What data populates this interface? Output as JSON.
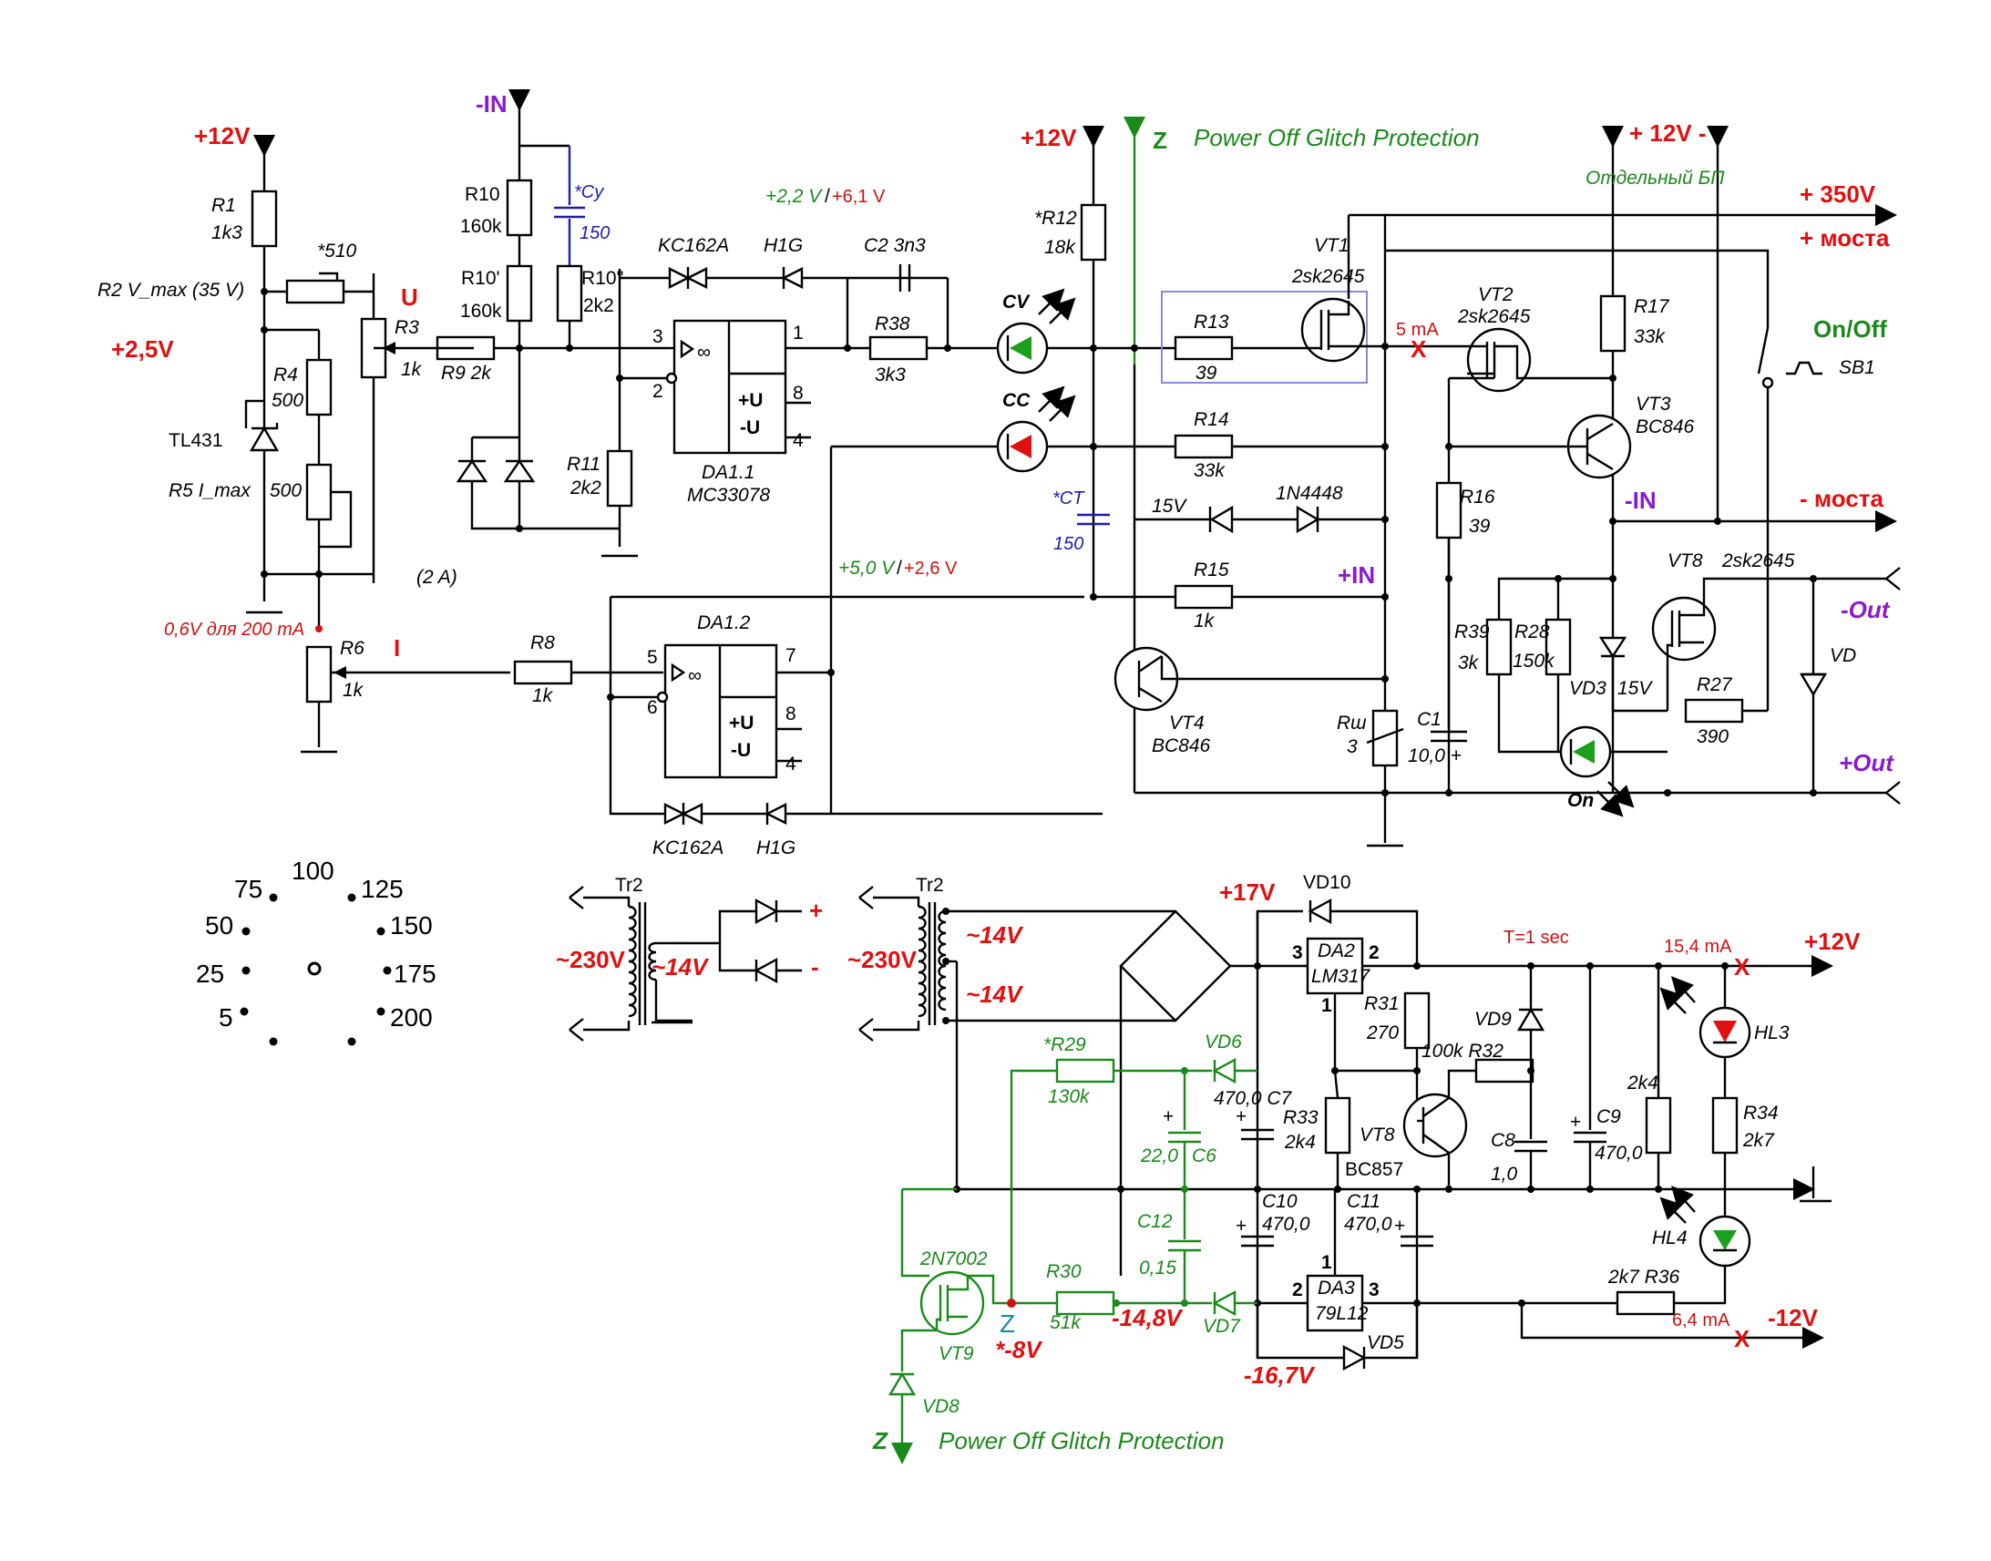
{
  "colors": {
    "wire": "#000000",
    "supply_label": "#e01010",
    "signal_label": "#8a1ad0",
    "protection": "#1a8a1a",
    "capacitor_note": "#1c1cb0",
    "led_cv": "#1aa01a",
    "led_cc": "#e01010"
  },
  "header": {
    "glitch_title": "Power Off Glitch Protection",
    "z_top": "Z",
    "sep_psu": "Отдельный БП"
  },
  "rails": {
    "p12_left": "+12V",
    "p12_mid": "+12V",
    "p12_right": "+ 12V -",
    "minus_in_top": "-IN",
    "p350": "+ 350V",
    "bridge_plus": "+ моста",
    "bridge_minus": "- моста",
    "minus_in_right": "-IN",
    "plus_in": "+IN",
    "out_minus": "-Out",
    "out_plus": "+Out",
    "on_off": "On/Off",
    "p2_5": "+2,5V",
    "sig_u": "U",
    "sig_i": "I",
    "on": "On"
  },
  "notes": {
    "v_out1": "+2,2 V",
    "v_out1b": "+6,1 V",
    "v_out2": "+5,0 V",
    "v_out2b": "+2,6 V",
    "i_note": "(2 A)",
    "i_cal": "0,6V для 200 mA",
    "ma5": "5 mA",
    "ma15": "15,4 mA",
    "ma6": "6,4 mA",
    "t1sec": "T=1 sec"
  },
  "parts": {
    "r1": "R1",
    "r1v": "1k3",
    "r2": "R2 V_max (35 V)",
    "r2v": "*510",
    "r3": "R3",
    "r3v": "1k",
    "r4": "R4",
    "r4v": "500",
    "tl431": "TL431",
    "r5": "R5 I_max",
    "r5v": "500",
    "r6": "R6",
    "r6v": "1k",
    "r8": "R8",
    "r8v": "1k",
    "r9": "R9 2k",
    "r10": "R10",
    "r10v": "160k",
    "r10p": "R10'",
    "r10pv": "160k",
    "r10pp": "R10''",
    "r10ppv": "2k2",
    "cy": "*Cy",
    "cyv": "150",
    "r11": "R11",
    "r11v": "2k2",
    "kc1": "KC162A",
    "h1g1": "H1G",
    "c2": "C2 3n3",
    "r38": "R38",
    "r38v": "3k3",
    "da11": "DA1.1",
    "da11p": "MC33078",
    "da12": "DA1.2",
    "pin3": "3",
    "pin2": "2",
    "pin1": "1",
    "pin8a": "8",
    "pin4a": "4",
    "pin5": "5",
    "pin6": "6",
    "pin7": "7",
    "pin8b": "8",
    "pin4b": "4",
    "plus_u": "+U",
    "minus_u": "-U",
    "kc2": "KC162A",
    "h1g2": "H1G",
    "r12": "*R12",
    "r12v": "18k",
    "cv": "CV",
    "cc": "CC",
    "ct": "*CT",
    "ctv": "150",
    "r13": "R13",
    "r13v": "39",
    "r14": "R14",
    "r14v": "33k",
    "d15v": "15V",
    "d1n": "1N4448",
    "r15": "R15",
    "r15v": "1k",
    "vt1": "VT1",
    "vt1p": "2sk2645",
    "vt2": "VT2",
    "vt2p": "2sk2645",
    "vt3": "VT3",
    "vt3p": "BC846",
    "vt4": "VT4",
    "vt4p": "BC846",
    "vt8": "VT8",
    "vt8p": "2sk2645",
    "r16": "R16",
    "r16v": "39",
    "r17": "R17",
    "r17v": "33k",
    "sb1": "SB1",
    "rsh": "Rш",
    "rshv": "3",
    "c1": "C1",
    "c1v": "10,0",
    "r39": "R39",
    "r39v": "3k",
    "r28": "R28",
    "r28v": "150k",
    "vd3": "VD3",
    "vd3v": "15V",
    "r27": "R27",
    "r27v": "390",
    "vd": "VD",
    "tr2a": "Tr2",
    "tr2b": "Tr2",
    "ac230a": "~230V",
    "ac230b": "~230V",
    "ac14a": "~14V",
    "ac14b": "~14V",
    "ac14c": "~14V",
    "plus_sign": "+",
    "minus_sign": "-",
    "p17": "+17V",
    "vd10": "VD10",
    "da2": "DA2",
    "lm317": "LM317",
    "da2_3": "3",
    "da2_2": "2",
    "da2_1": "1",
    "r31": "R31",
    "r31v": "270",
    "vd9": "VD9",
    "r32": "100k  R32",
    "r29": "*R29",
    "r29v": "130k",
    "vd6": "VD6",
    "c7": "470,0 C7",
    "c6": "C6",
    "c6v": "22,0",
    "r33": "R33",
    "r33v": "2k4",
    "vt8b": "VT8",
    "vt8bp": "BC857",
    "c8": "C8",
    "c8v": "1,0",
    "c9": "C9",
    "c9v": "470,0",
    "r2k4": "2k4",
    "hl3": "HL3",
    "r34": "R34",
    "r34v": "2k7",
    "hl4": "HL4",
    "c10": "C10",
    "c10v": "470,0",
    "c11": "C11",
    "c11v": "470,0",
    "c12": "C12",
    "c12v": "0,15",
    "vt9p": "2N7002",
    "r30": "R30",
    "r30v": "51k",
    "vd7": "VD7",
    "da3": "DA3",
    "da3p": "79L12",
    "da3_1": "1",
    "da3_2": "2",
    "da3_3": "3",
    "vd5": "VD5",
    "r36": "2k7  R36",
    "m14_8": "-14,8V",
    "m16_7": "-16,7V",
    "m8": "*-8V",
    "z_mid": "Z",
    "vt9": "VT9",
    "vd8": "VD8",
    "z_bot": "Z",
    "glitch_bottom": "Power Off Glitch Protection",
    "p12_out": "+12V",
    "m12_out": "-12V"
  },
  "dial": {
    "labels": [
      "100",
      "75",
      "125",
      "50",
      "150",
      "25",
      "175",
      "5",
      "200"
    ]
  }
}
